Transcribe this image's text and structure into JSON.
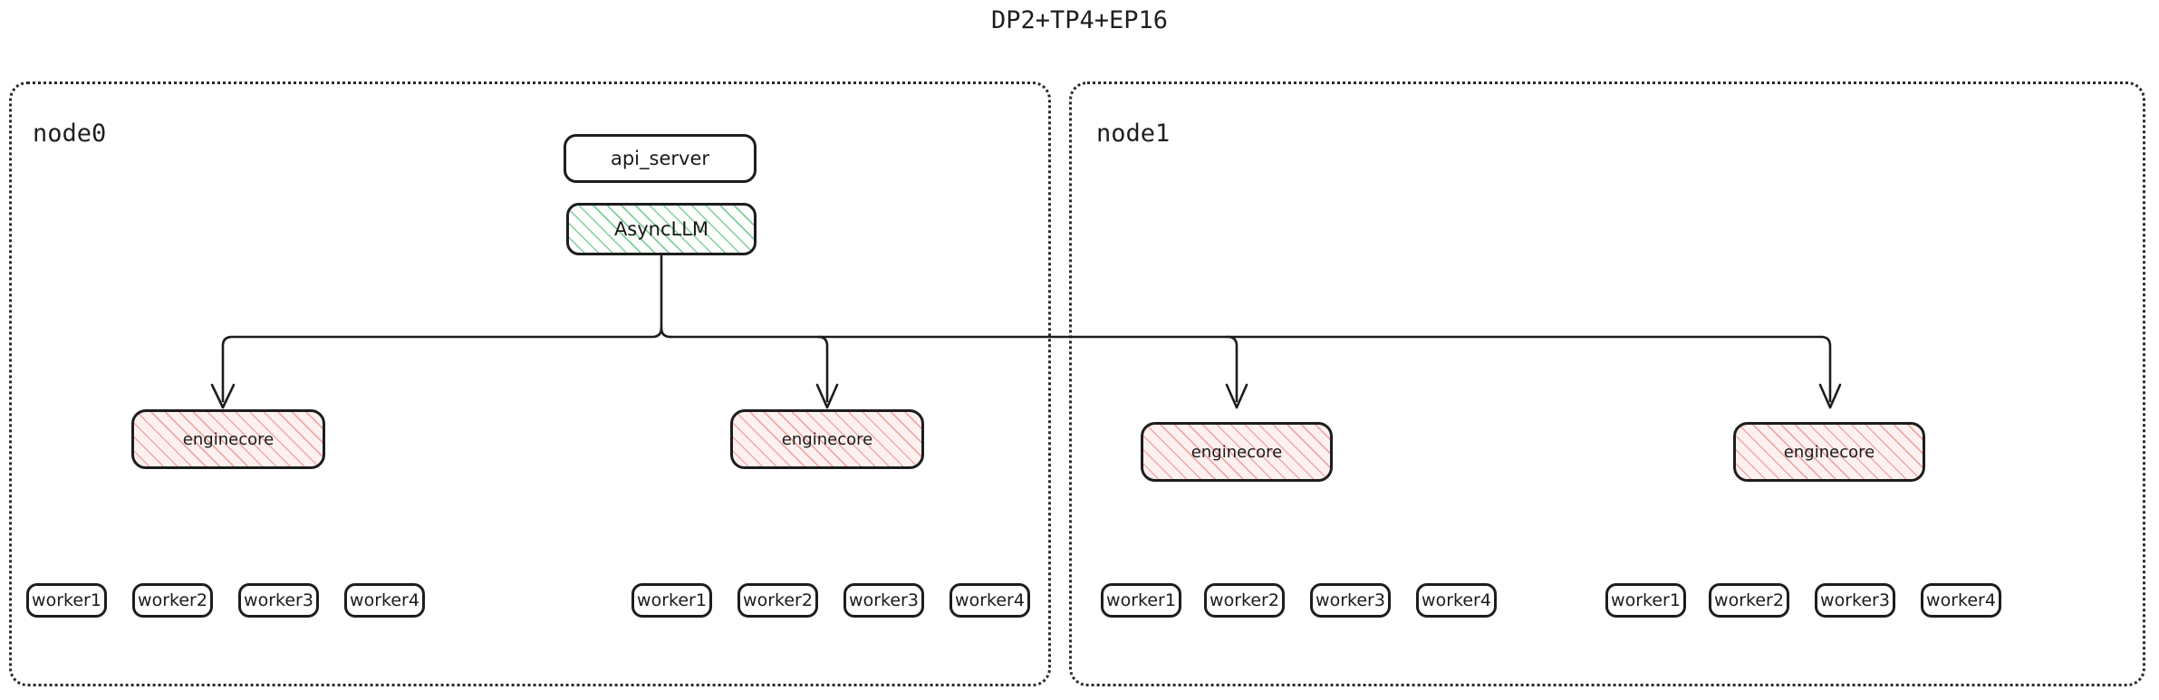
{
  "title": "DP2+TP4+EP16",
  "colors": {
    "stroke": "#1d1d1d",
    "node_border": "#2b2b2b",
    "async_hatch": "#7fce9b",
    "engine_hatch": "#eeaaa6",
    "engine_fill": "#fdf1f0",
    "background": "#ffffff"
  },
  "nodes": [
    {
      "id": "node0",
      "label": "node0",
      "engines": [
        {
          "label": "enginecore",
          "workers": [
            "worker1",
            "worker2",
            "worker3",
            "worker4"
          ]
        },
        {
          "label": "enginecore",
          "workers": [
            "worker1",
            "worker2",
            "worker3",
            "worker4"
          ]
        }
      ]
    },
    {
      "id": "node1",
      "label": "node1",
      "engines": [
        {
          "label": "enginecore",
          "workers": [
            "worker1",
            "worker2",
            "worker3",
            "worker4"
          ]
        },
        {
          "label": "enginecore",
          "workers": [
            "worker1",
            "worker2",
            "worker3",
            "worker4"
          ]
        }
      ]
    }
  ],
  "frontend": {
    "api_server": "api_server",
    "async_llm": "AsyncLLM"
  }
}
